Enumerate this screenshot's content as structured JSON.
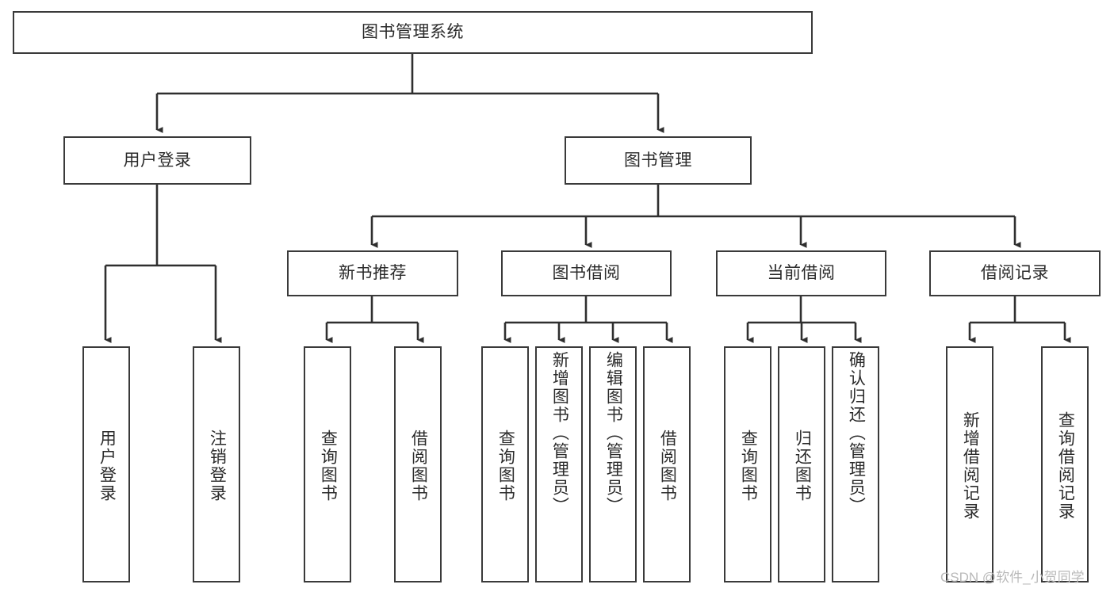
{
  "diagram": {
    "title": "图书管理系统",
    "type": "tree-hierarchy-chart",
    "root": {
      "label": "图书管理系统"
    },
    "level2": [
      {
        "label": "用户登录"
      },
      {
        "label": "图书管理"
      }
    ],
    "level3": [
      {
        "label": "新书推荐"
      },
      {
        "label": "图书借阅"
      },
      {
        "label": "当前借阅"
      },
      {
        "label": "借阅记录"
      }
    ],
    "leaves": {
      "user_login": [
        {
          "label": "用户登录"
        },
        {
          "label": "注销登录"
        }
      ],
      "new_book_recommend": [
        {
          "label": "查询图书"
        },
        {
          "label": "借阅图书"
        }
      ],
      "book_borrow": [
        {
          "label": "查询图书"
        },
        {
          "label": "新增图书（管理员）"
        },
        {
          "label": "编辑图书（管理员）"
        },
        {
          "label": "借阅图书"
        }
      ],
      "current_borrow": [
        {
          "label": "查询图书"
        },
        {
          "label": "归还图书"
        },
        {
          "label": "确认归还（管理员）"
        }
      ],
      "borrow_record": [
        {
          "label": "新增借阅记录"
        },
        {
          "label": "查询借阅记录"
        }
      ]
    }
  },
  "watermark": {
    "text": "CSDN @软件_小贺同学"
  },
  "colors": {
    "box_border": "#3a3a3a",
    "box_fill": "#ffffff",
    "text": "#2b2b2b",
    "connector": "#2f2f2f",
    "watermark": "#b9b9b9",
    "background": "#ffffff"
  }
}
